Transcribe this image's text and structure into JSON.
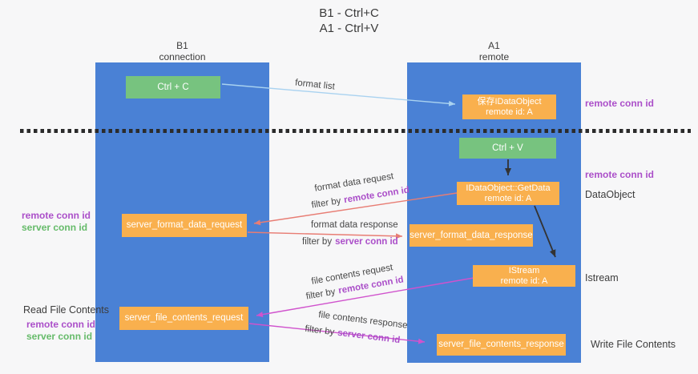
{
  "title": {
    "line1": "B1 - Ctrl+C",
    "line2": "A1 - Ctrl+V"
  },
  "lanes": {
    "b1": {
      "name": "B1",
      "role": "connection"
    },
    "a1": {
      "name": "A1",
      "role": "remote"
    }
  },
  "boxes": {
    "ctrl_c": {
      "label": "Ctrl + C"
    },
    "save_dataobject": {
      "line1": "保存IDataObject",
      "line2": "remote id: A"
    },
    "ctrl_v": {
      "label": "Ctrl + V"
    },
    "getdata": {
      "line1": "IDataObject::GetData",
      "line2": "remote id: A"
    },
    "format_request": {
      "label": "server_format_data_request"
    },
    "format_response": {
      "label": "server_format_data_response"
    },
    "istream": {
      "line1": "IStream",
      "line2": "remote id: A"
    },
    "file_request": {
      "label": "server_file_contents_request"
    },
    "file_response": {
      "label": "server_file_contents_response"
    }
  },
  "flow_labels": {
    "format_list": "format list",
    "format_request": {
      "title": "format data request",
      "filter_prefix": "filter by",
      "filter_key": "remote conn id"
    },
    "format_response": {
      "title": "format data response",
      "filter_prefix": "filter by",
      "filter_key": "server conn id"
    },
    "file_request": {
      "title": "file contents request",
      "filter_prefix": "filter by",
      "filter_key": "remote conn id"
    },
    "file_response": {
      "title": "file contents response",
      "filter_prefix": "filter by",
      "filter_key": "server conn id"
    }
  },
  "annotations": {
    "right_conn_top": "remote conn id",
    "right_conn_mid": "remote conn id",
    "dataobject": "DataObject",
    "istream": "Istream",
    "write_file": "Write File Contents",
    "left_top": {
      "remote": "remote conn id",
      "server": "server conn id"
    },
    "read_file": "Read File Contents",
    "left_bottom": {
      "remote": "remote conn id",
      "server": "server conn id"
    }
  },
  "colors": {
    "lane-blue": "#4a81d5",
    "box-green": "#77c37f",
    "box-orange": "#f9b04e",
    "accent-purple": "#ab4fc9",
    "accent-green": "#66bb6a",
    "arrow-red": "#e87d74",
    "arrow-magenta": "#d053cd",
    "arrow-blue": "#a9d2f0",
    "arrow-black": "#333333",
    "text-dark": "#3c3c3c",
    "background": "#f7f7f8"
  }
}
